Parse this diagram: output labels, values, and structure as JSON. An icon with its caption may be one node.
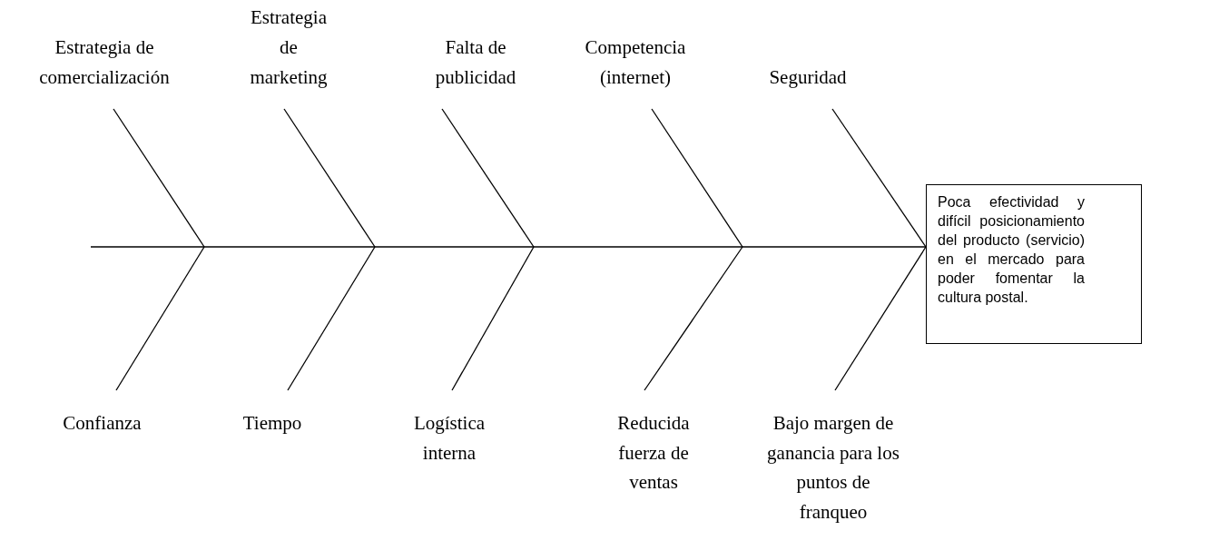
{
  "diagram": {
    "nodes": [
      {
        "text": [
          "Estrategia de comercialización"
        ]
      },
      {
        "text": [
          "Estrategia de marketing"
        ]
      },
      {
        "text": [
          "Falta de publicidad"
        ]
      },
      {
        "text": [
          "Competencia (internet)"
        ]
      },
      {
        "text": [
          "Seguridad"
        ]
      },
      {
        "text": [
          "Confianza"
        ]
      },
      {
        "text": [
          "Tiempo"
        ]
      },
      {
        "text": [
          "Logística interna"
        ]
      },
      {
        "text": [
          "Reducida fuerza de ventas"
        ]
      },
      {
        "text": [
          "Bajo margen de ganancia para los puntos de franqueo"
        ]
      },
      {
        "text": [],
        "shape": "bar"
      },
      {
        "text": [
          "Poca efectividad y difícil posicionamiento del producto (servicio) en el mercado para poder fomentar la cultura postal."
        ]
      }
    ],
    "edges": [
      {
        "from": 0,
        "to": 10,
        "arrow": "none"
      },
      {
        "from": 1,
        "to": 10,
        "arrow": "none"
      },
      {
        "from": 2,
        "to": 10,
        "arrow": "none"
      },
      {
        "from": 3,
        "to": 10,
        "arrow": "none"
      },
      {
        "from": 4,
        "to": 10,
        "arrow": "none"
      },
      {
        "from": 5,
        "to": 10,
        "arrow": "none"
      },
      {
        "from": 6,
        "to": 10,
        "arrow": "none"
      },
      {
        "from": 7,
        "to": 10,
        "arrow": "none"
      },
      {
        "from": 8,
        "to": 10,
        "arrow": "none"
      },
      {
        "from": 9,
        "to": 10,
        "arrow": "none"
      }
    ]
  }
}
